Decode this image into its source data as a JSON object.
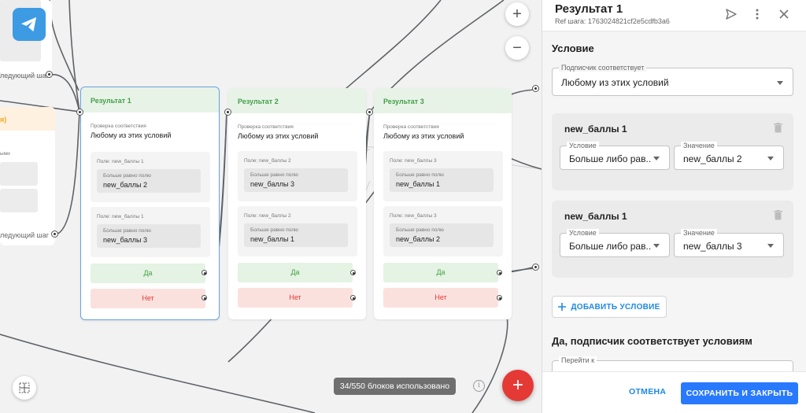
{
  "canvas": {
    "next_step_label": "ледующий шаг",
    "left_card_header_partial": "я)",
    "left_card_label_partial": "ыми",
    "blocks": [
      {
        "title": "Результат 1",
        "check_label": "Проверка соответствия",
        "check_value": "Любому из этих условий",
        "conditions": [
          {
            "field": "Поле: new_баллы 1",
            "operator": "Больше равно полю",
            "value": "new_баллы 2"
          },
          {
            "field": "Поле: new_баллы 1",
            "operator": "Больше равно полю",
            "value": "new_баллы 3"
          }
        ],
        "yes": "Да",
        "no": "Нет"
      },
      {
        "title": "Результат 2",
        "check_label": "Проверка соответствия",
        "check_value": "Любому из этих условий",
        "conditions": [
          {
            "field": "Поле: new_баллы 2",
            "operator": "Больше равно полю",
            "value": "new_баллы 3"
          },
          {
            "field": "Поле: new_баллы 2",
            "operator": "Больше равно полю",
            "value": "new_баллы 1"
          }
        ],
        "yes": "Да",
        "no": "Нет"
      },
      {
        "title": "Результат 3",
        "check_label": "Проверка соответствия",
        "check_value": "Любому из этих условий",
        "conditions": [
          {
            "field": "Поле: new_баллы 3",
            "operator": "Больше равно полю",
            "value": "new_баллы 1"
          },
          {
            "field": "Поле: new_баллы 3",
            "operator": "Больше равно полю",
            "value": "new_баллы 2"
          }
        ],
        "yes": "Да",
        "no": "Нет"
      }
    ],
    "usage": "34/550 блоков использовано",
    "zoom_in": "+",
    "zoom_out": "−",
    "fab": "+",
    "info": "i"
  },
  "panel": {
    "title": "Результат 1",
    "ref": "Ref шага: 1763024821cf2e5cdfb3a6",
    "condition_section": "Условие",
    "match_label": "Подписчик соответствует",
    "match_value": "Любому из этих условий",
    "conditions": [
      {
        "title": "new_баллы 1",
        "cond_label": "Условие",
        "cond_value": "Больше либо рав...",
        "value_label": "Значение",
        "value": "new_баллы 2"
      },
      {
        "title": "new_баллы 1",
        "cond_label": "Условие",
        "cond_value": "Больше либо рав...",
        "value_label": "Значение",
        "value": "new_баллы 3"
      }
    ],
    "add_condition": "ДОБАВИТЬ УСЛОВИЕ",
    "yes_section": "Да, подписчик соответствует условиям",
    "goto_label": "Перейти к",
    "cancel": "ОТМЕНА",
    "save": "СОХРАНИТЬ И ЗАКРЫТЬ"
  },
  "colors": {
    "accent": "#2979ff",
    "success": "#43a047",
    "danger": "#e53935",
    "telegram": "#3d9be4"
  }
}
